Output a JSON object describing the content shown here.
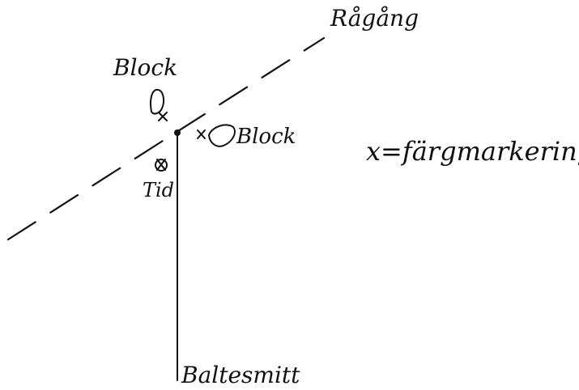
{
  "labels": {
    "rogang": "Rågång",
    "block_top": "Block",
    "block_right": "Block",
    "tid": "Tid",
    "legend": "x=färgmarkering",
    "baltesmitt": "Baltesmitt"
  },
  "colors": {
    "ink": "#111111",
    "paper": "#ffffff"
  }
}
